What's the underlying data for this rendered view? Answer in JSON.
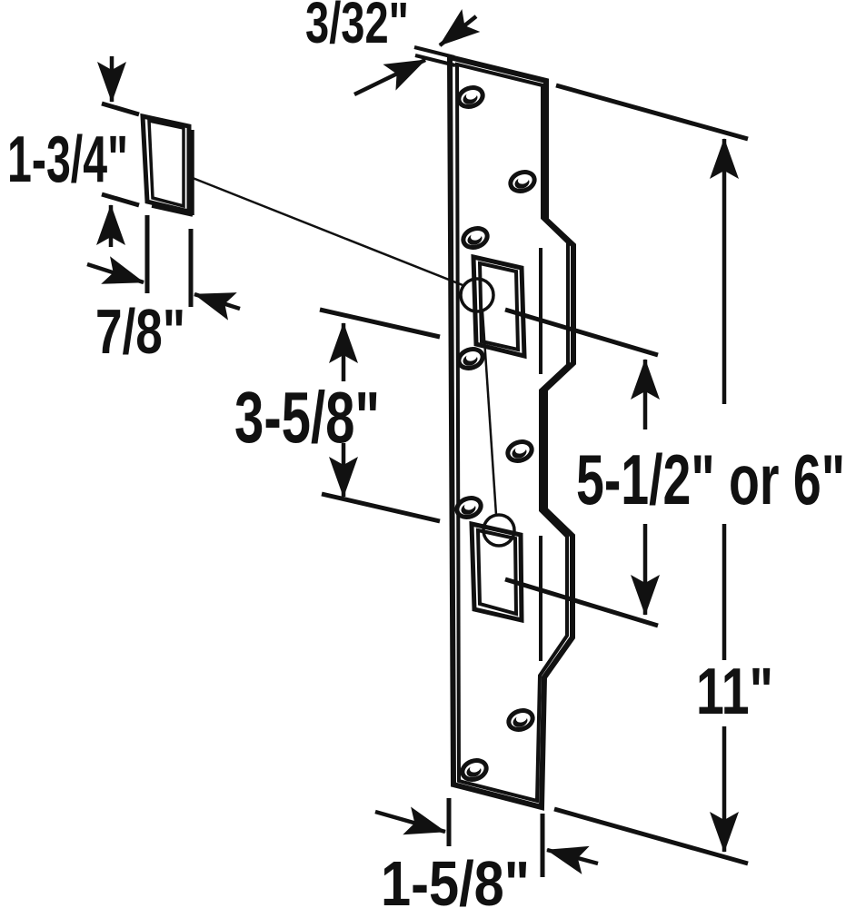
{
  "diagram": {
    "kind": "technical-drawing",
    "subject": "security strike plate with dimension callouts",
    "colors": {
      "line": "#111111",
      "background": "#ffffff"
    },
    "dimensions": {
      "thickness": {
        "label": "3/32\""
      },
      "detail_height": {
        "label": "1-3/4\""
      },
      "detail_width": {
        "label": "7/8\""
      },
      "latch_gap": {
        "label": "3-5/8\""
      },
      "center_spacing": {
        "label": "5-1/2\" or 6\""
      },
      "plate_length": {
        "label": "11\""
      },
      "plate_width": {
        "label": "1-5/8\""
      }
    }
  }
}
